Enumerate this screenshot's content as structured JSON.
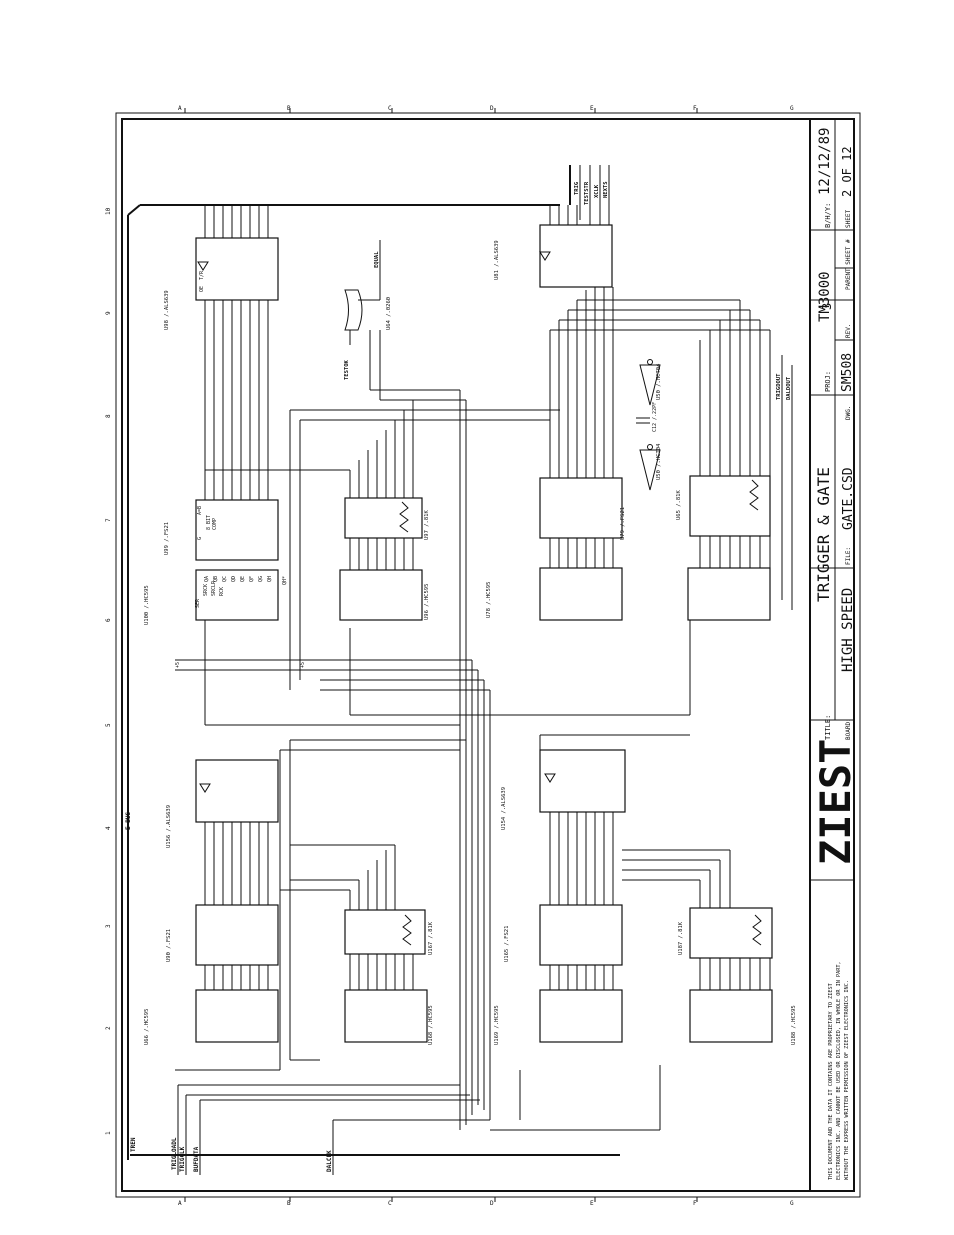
{
  "title_block": {
    "date_label": "B/H/Y:",
    "date": "12/12/89",
    "sheet_label": "SHEET",
    "sheet": "2 OF 12",
    "proj_label": "PROJ:",
    "proj": "TM3000",
    "rev_label": "REV.",
    "rev": "3",
    "parent_label": "PARENT SHEET #",
    "dwg_label": "DWG.",
    "dwg": "SM508",
    "title_label": "TITLE:",
    "title": "TRIGGER & GATE",
    "file_label": "FILE:",
    "file": "GATE.CSD",
    "board_label": "BOARD:",
    "board": "HIGH SPEED",
    "company": "ZIEST",
    "notice": [
      "THIS DOCUMENT AND THE DATA IT CONTAINS  ARE PROPRIETARY TO ZIEST",
      "ELECTRONICS INC. AND CANNOT BE USED OR DISCLOSED, IN WHOLE OR IN PART,",
      "WITHOUT THE EXPRESS WRITTEN PERMISSION OF ZIEST ELECTRONICS INC."
    ]
  },
  "zones_columns": [
    "A",
    "B",
    "C",
    "D",
    "E",
    "F",
    "G"
  ],
  "zones_rows": [
    "1",
    "2",
    "3",
    "4",
    "5",
    "6",
    "7",
    "8",
    "9",
    "10"
  ],
  "signals": {
    "left": [
      "TREN",
      "TRIGLOADL",
      "TRIGCLK",
      "BUFDATA",
      "DALCLK"
    ],
    "right": [
      "TRIG",
      "TESTSTR",
      "XCLK",
      "NEXTS"
    ],
    "ebus": "E BUS",
    "testok": "TESTOK",
    "equal": "EQUAL",
    "trigdout": "TRIGDOUT",
    "daldout": "DALDOUT"
  },
  "chips": {
    "u66": "U66 /.HC595",
    "u90": "U90 /.FS21",
    "u167": "U167 /.81K",
    "u168": "U168 /.HC595",
    "u156": "U156 /.ALS639",
    "u169": "U169 /.HC595",
    "u165": "U165 /.FS21",
    "u187": "U187 /.81K",
    "u188": "U188 /.HC595",
    "u154": "U154 /.ALS639",
    "u100": "U100 /.HC595",
    "u99": "U99 /.FS21",
    "u97": "U97 /.81K",
    "u96": "U96 /.HC595",
    "u98": "U98 /.ALS639",
    "u64": "U64 /.0260",
    "u78": "U78 /.HC595",
    "u79": "U79 /.FS21",
    "u65": "U65 /.81K",
    "u81": "U81 /.ALS639",
    "u50a": "U50 /.HCT04",
    "u50b": "U50 /.HCT04",
    "c12": "C12 /.22PF"
  },
  "pins": {
    "sr": [
      "QA",
      "QB",
      "QC",
      "QD",
      "QE",
      "QF",
      "QG",
      "QH",
      "QH*"
    ],
    "sr_in": [
      "SER",
      "SRCK",
      "SRCLR",
      "RCK",
      "G(OE)"
    ],
    "comp": [
      "8 BIT",
      "COMP",
      "A=B",
      "G"
    ],
    "buf": [
      "OE",
      "T/R"
    ],
    "comp_side": [
      "A",
      "B"
    ],
    "plus": "+5"
  }
}
